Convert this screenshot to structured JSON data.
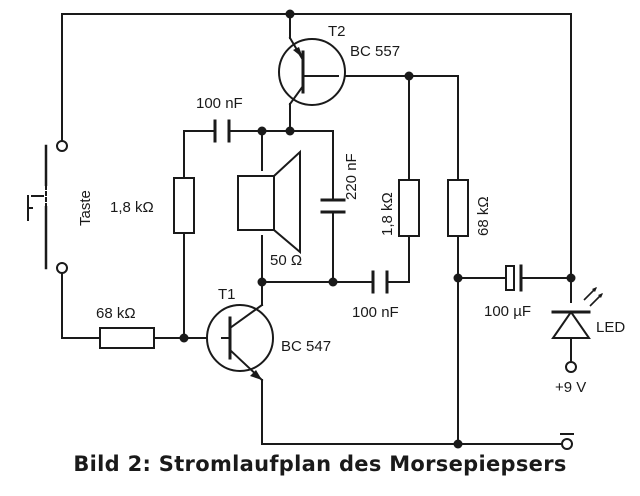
{
  "caption": "Bild 2: Stromlaufplan des Morsepiepsers",
  "components": {
    "t2_name": "T2",
    "t2_type": "BC 557",
    "t1_name": "T1",
    "t1_type": "BC 547",
    "c_top": "100 nF",
    "c_speaker": "220 nF",
    "c_bottom": "100 nF",
    "c_led": "100 µF",
    "r_left_mid": "1,8 kΩ",
    "r_right_mid": "1,8 kΩ",
    "r_right": "68 kΩ",
    "r_base": "68 kΩ",
    "speaker": "50 Ω",
    "switch": "Taste",
    "led": "LED",
    "supply": "+9 V"
  }
}
